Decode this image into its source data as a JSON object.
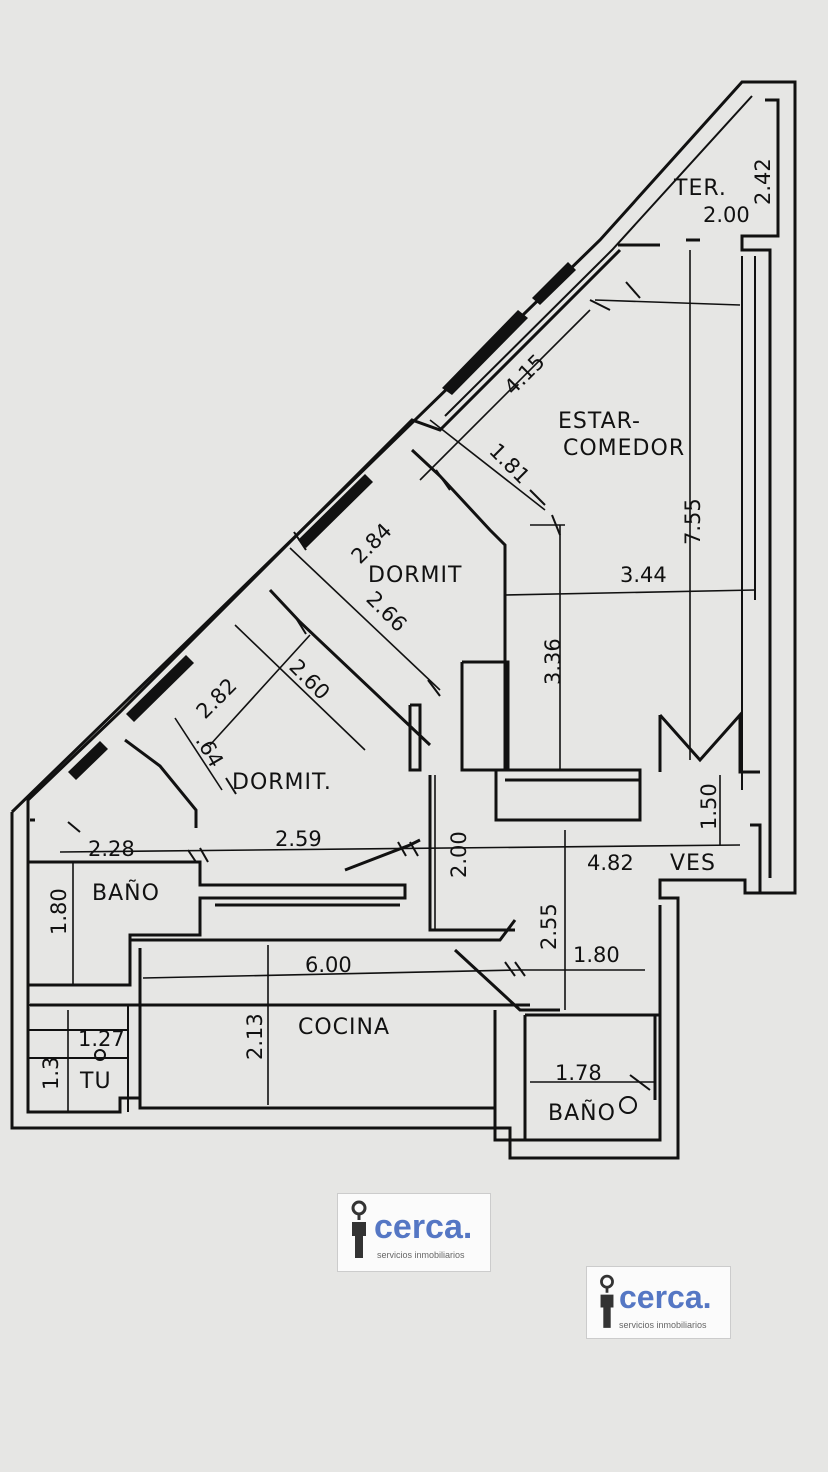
{
  "rooms": {
    "ter": "TER.",
    "estar": "ESTAR-",
    "comedor": "COMEDOR",
    "dormit_1": "DORMIT",
    "dormit_2": "DORMIT.",
    "bano_1": "BAÑO",
    "bano_2": "BAÑO",
    "cocina": "COCINA",
    "ves": "VES",
    "tu": "TU"
  },
  "dimensions": {
    "ter_height": "2.42",
    "ter_width": "2.00",
    "estar_diag": "4.15",
    "estar_diag_short": "1.81",
    "estar_height": "7.55",
    "estar_width": "3.44",
    "dormit1_diag": "2.84",
    "dormit1_width": "2.66",
    "dormit1_closet": "3.36",
    "dormit2_diag": "2.82",
    "dormit2_width": "2.60",
    "dormit2_small": ".64",
    "bano1_width": "2.28",
    "corridor": "2.59",
    "corridor_height": "2.00",
    "bano1_height": "1.80",
    "ves_width": "4.82",
    "ves_height": "1.50",
    "cocina_width": "6.00",
    "cocina_height": "2.13",
    "hall_height": "2.55",
    "hall_width": "1.80",
    "bano2_width": "1.78",
    "tu_width": "1.27",
    "tu_height": "1.3"
  },
  "branding": {
    "logo_name": "cerca.",
    "logo_tagline": "servicios inmobiliarios",
    "brand_color": "#5577c4"
  }
}
